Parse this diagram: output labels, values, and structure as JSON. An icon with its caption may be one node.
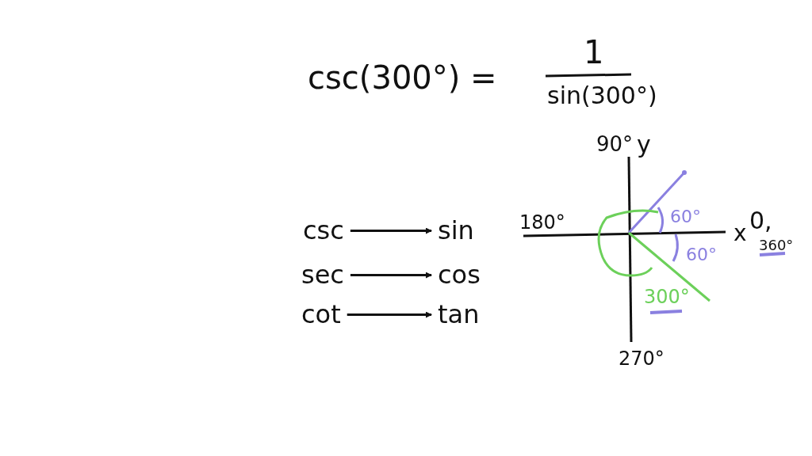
{
  "diagram": {
    "nodes": [
      {
        "text": [
          "csc"
        ]
      },
      {
        "text": [
          "sin"
        ]
      },
      {
        "text": [
          "sec"
        ]
      },
      {
        "text": [
          "cos"
        ]
      },
      {
        "text": [
          "cot"
        ]
      },
      {
        "text": [
          "tan"
        ]
      }
    ],
    "edges": [
      {
        "from": 0,
        "to": 1,
        "arrow": "to"
      },
      {
        "from": 2,
        "to": 3,
        "arrow": "to"
      },
      {
        "from": 4,
        "to": 5,
        "arrow": "to"
      }
    ],
    "labels": [
      "csc(300°) =",
      "1",
      "sin(300°)",
      "90°",
      "y",
      "180°",
      "0,",
      "x",
      "360°",
      "60°",
      "60°",
      "300°",
      "270°"
    ]
  }
}
